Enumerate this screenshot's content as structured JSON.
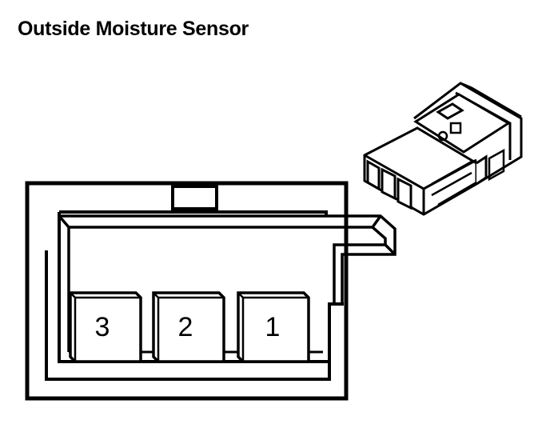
{
  "title": "Outside Moisture Sensor",
  "connector": {
    "pins": [
      {
        "label": "3"
      },
      {
        "label": "2"
      },
      {
        "label": "1"
      }
    ]
  },
  "colors": {
    "stroke": "#000000",
    "fill": "#ffffff"
  },
  "icons": {
    "connector_3d": "connector-plug-icon"
  }
}
